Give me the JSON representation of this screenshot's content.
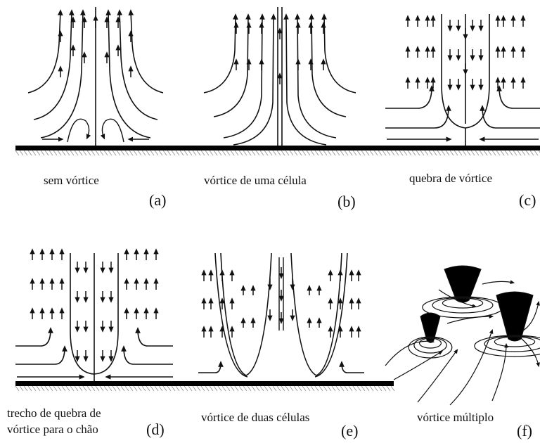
{
  "panels": [
    {
      "id": "a",
      "caption": "sem vórtice",
      "label": "(a)"
    },
    {
      "id": "b",
      "caption": "vórtice de uma célula",
      "label": "(b)"
    },
    {
      "id": "c",
      "caption": "quebra de vórtice",
      "label": "(c)"
    },
    {
      "id": "d",
      "caption_lines": [
        "trecho de quebra de",
        "vórtice para o chão"
      ],
      "label": "(d)"
    },
    {
      "id": "e",
      "caption": "vórtice de duas células",
      "label": "(e)"
    },
    {
      "id": "f",
      "caption": "vórtice múltiplo",
      "label": "(f)"
    }
  ],
  "colors": {
    "ink": "#111111",
    "hatch": "#9a9a9a",
    "fill": "#000000"
  }
}
